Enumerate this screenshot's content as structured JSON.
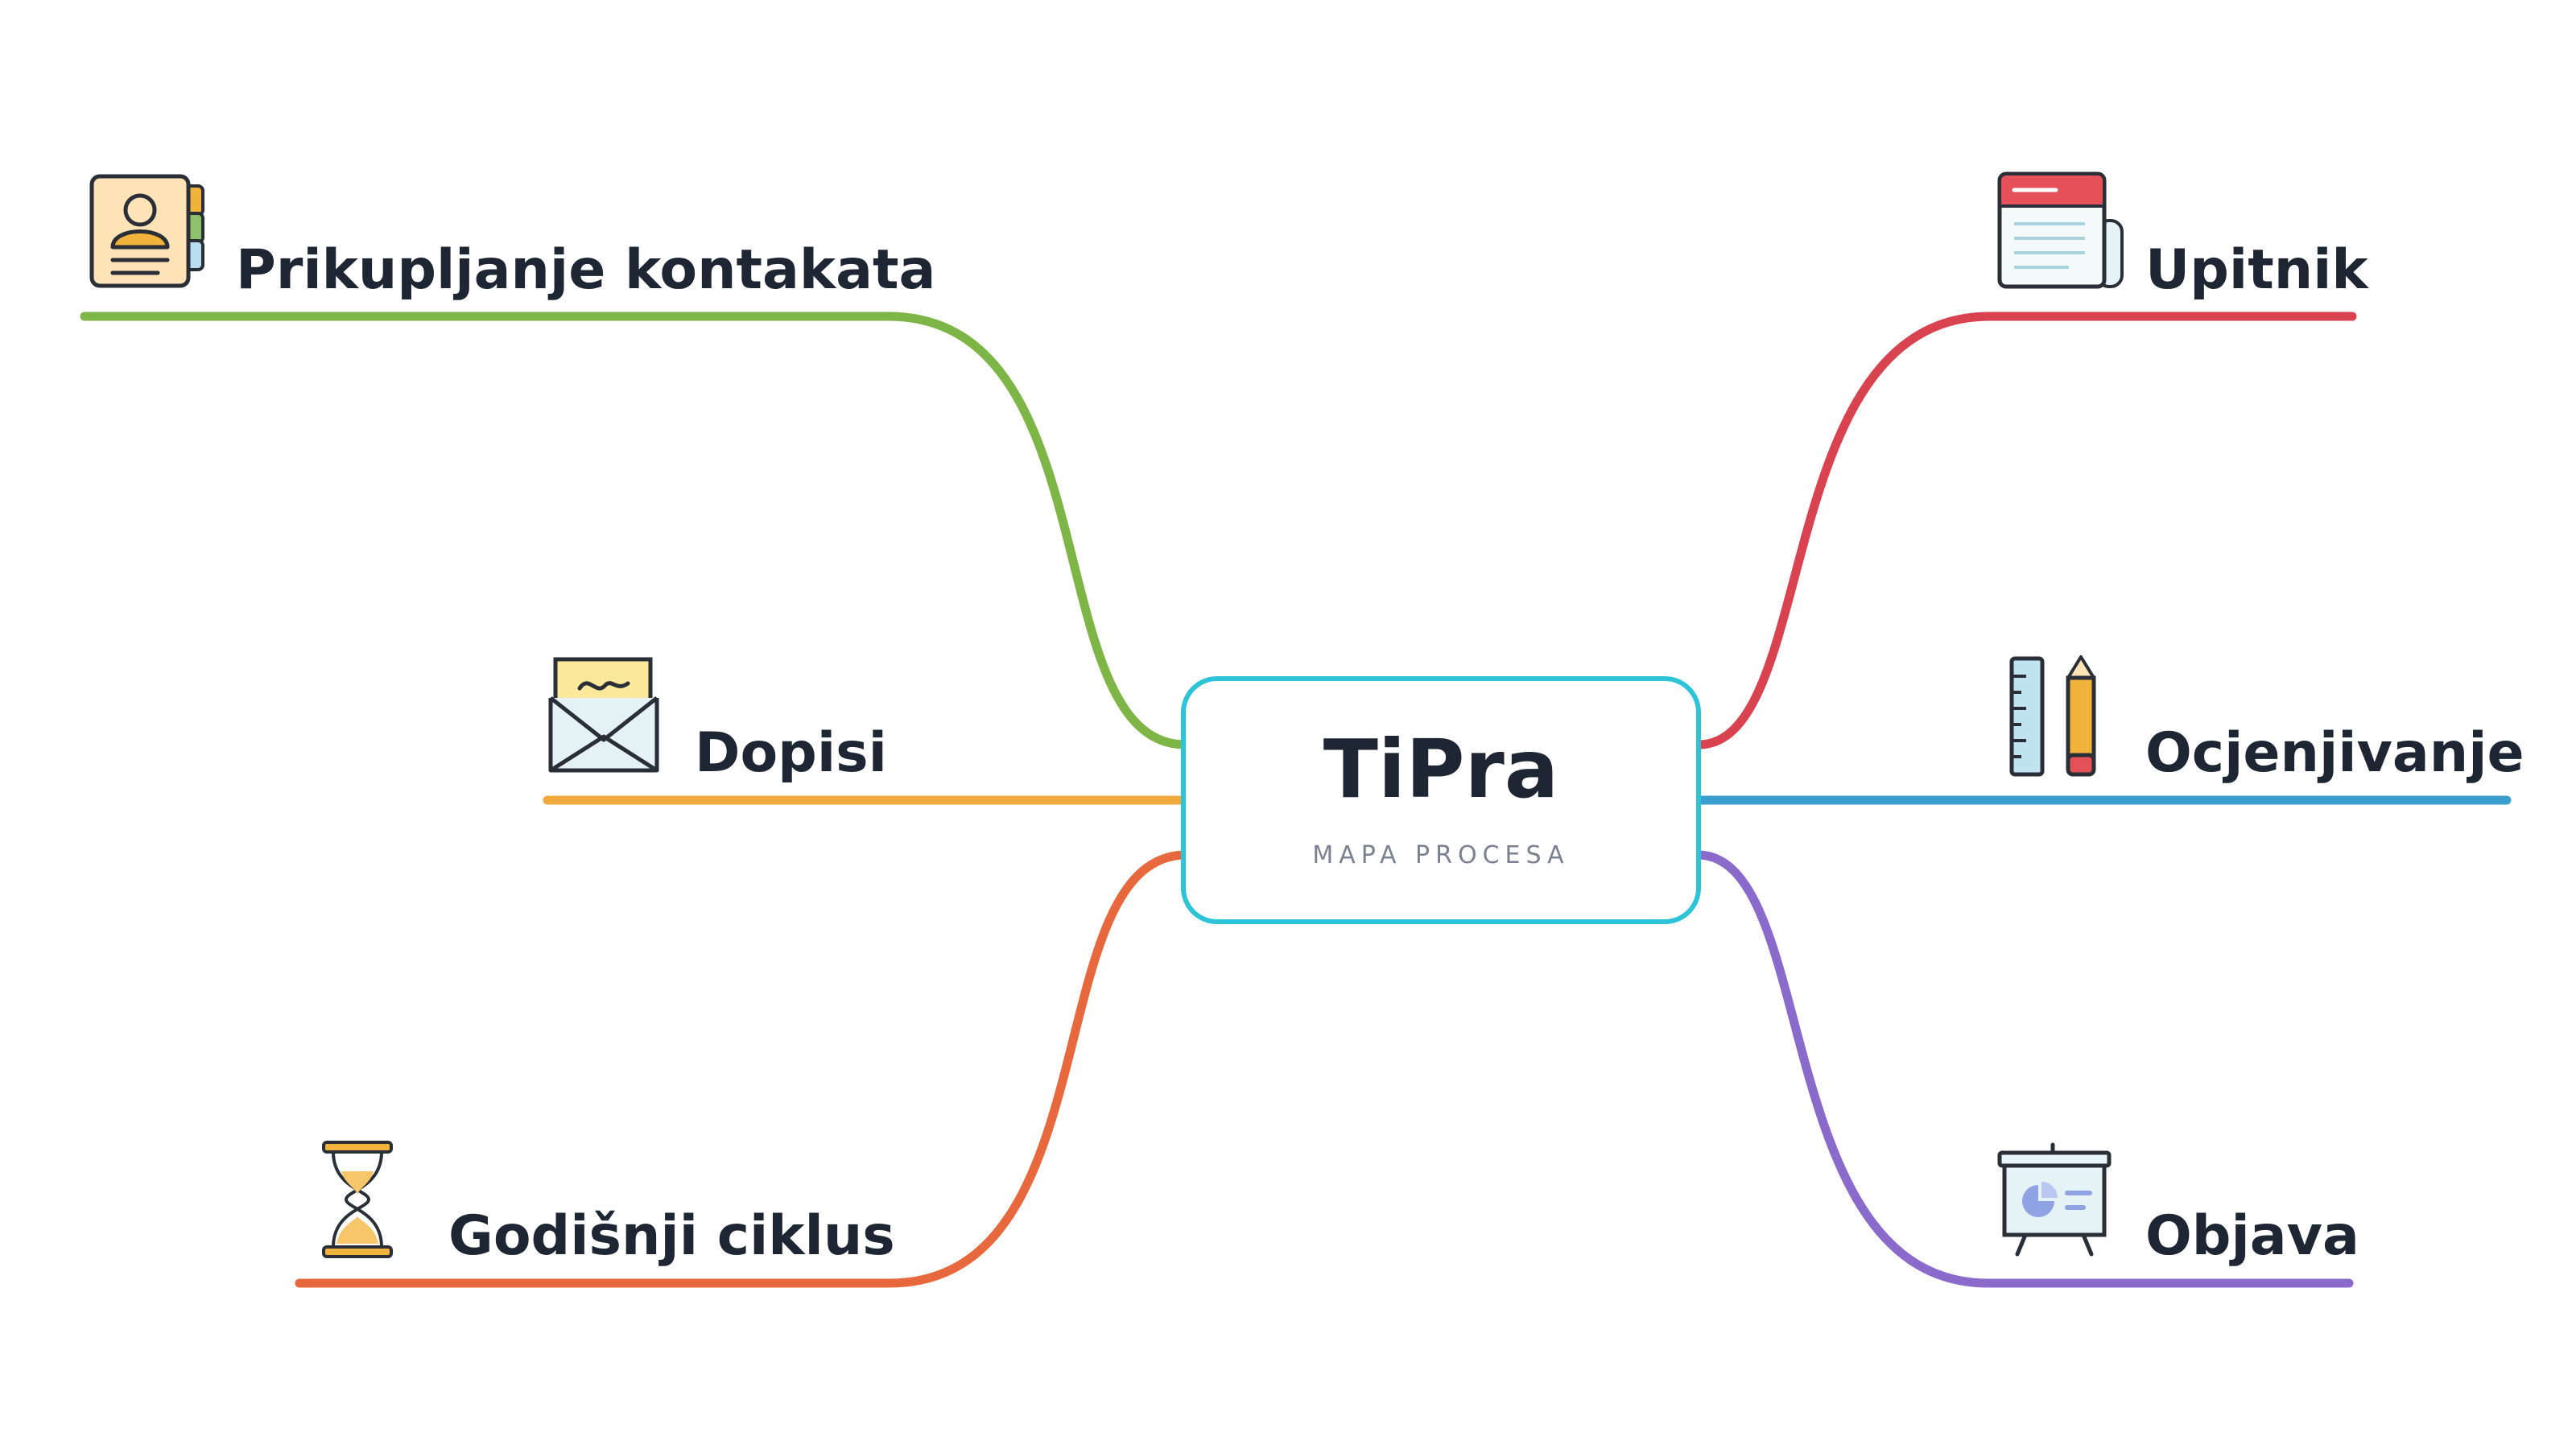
{
  "center": {
    "title": "TiPra",
    "subtitle": "MAPA PROCESA",
    "border_color": "#2ec4d8"
  },
  "branches": [
    {
      "id": "prikupljanje",
      "label": "Prikupljanje kontakata",
      "color": "#7db547",
      "icon": "contact-card-icon"
    },
    {
      "id": "dopisi",
      "label": "Dopisi",
      "color": "#f0a93a",
      "icon": "envelope-letter-icon"
    },
    {
      "id": "godisnji",
      "label": "Godišnji ciklus",
      "color": "#e8683e",
      "icon": "hourglass-icon"
    },
    {
      "id": "upitnik",
      "label": "Upitnik",
      "color": "#d9424f",
      "icon": "form-scroll-icon"
    },
    {
      "id": "ocjenjivanje",
      "label": "Ocjenjivanje",
      "color": "#3a9fcf",
      "icon": "ruler-pencil-icon"
    },
    {
      "id": "objava",
      "label": "Objava",
      "color": "#8a6bcb",
      "icon": "presentation-board-icon"
    }
  ]
}
